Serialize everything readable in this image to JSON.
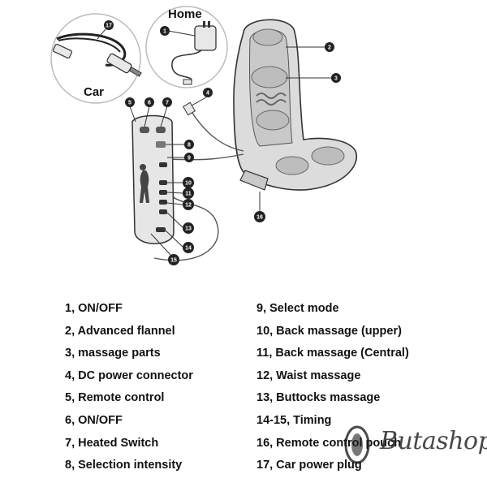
{
  "labels": {
    "home": "Home",
    "car": "Car"
  },
  "callouts": [
    "1",
    "2",
    "3",
    "4",
    "5",
    "6",
    "7",
    "8",
    "9",
    "10",
    "11",
    "12",
    "13",
    "14",
    "15",
    "16",
    "17"
  ],
  "legend": {
    "left": [
      "1, ON/OFF",
      "2, Advanced flannel",
      "3, massage parts",
      "4, DC power connector",
      "5, Remote control",
      "6, ON/OFF",
      "7, Heated Switch",
      "8, Selection intensity"
    ],
    "right": [
      "9, Select mode",
      "10, Back massage (upper)",
      "11, Back massage (Central)",
      "12, Waist massage",
      "13, Buttocks massage",
      "14-15, Timing",
      "16, Remote control pouch",
      "17, Car power plug"
    ]
  },
  "watermark": {
    "text": "Butashop"
  },
  "colors": {
    "seat": "#dcdcdc",
    "outline": "#333333",
    "callout_fill": "#222222",
    "massage_node": "#c9c9c9"
  }
}
